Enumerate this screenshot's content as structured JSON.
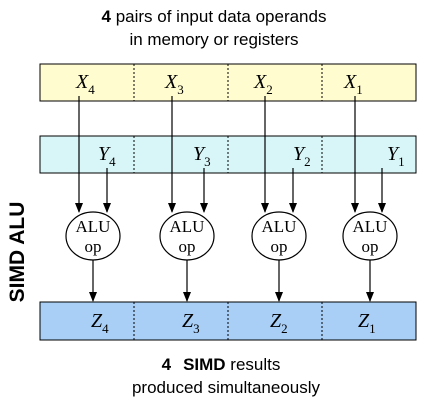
{
  "top_caption": {
    "line1_number": "4",
    "line1_rest": " pairs of input data operands",
    "line2": "in memory or registers"
  },
  "side_label": "SIMD ALU",
  "x_register": {
    "cells": [
      {
        "letter": "X",
        "sub": "4"
      },
      {
        "letter": "X",
        "sub": "3"
      },
      {
        "letter": "X",
        "sub": "2"
      },
      {
        "letter": "X",
        "sub": "1"
      }
    ],
    "fill": "#fffcd0"
  },
  "y_register": {
    "cells": [
      {
        "letter": "Y",
        "sub": "4"
      },
      {
        "letter": "Y",
        "sub": "3"
      },
      {
        "letter": "Y",
        "sub": "2"
      },
      {
        "letter": "Y",
        "sub": "1"
      }
    ],
    "fill": "#d8f6f8"
  },
  "alu_units": [
    {
      "line1": "ALU",
      "line2": "op"
    },
    {
      "line1": "ALU",
      "line2": "op"
    },
    {
      "line1": "ALU",
      "line2": "op"
    },
    {
      "line1": "ALU",
      "line2": "op"
    }
  ],
  "z_register": {
    "cells": [
      {
        "letter": "Z",
        "sub": "4"
      },
      {
        "letter": "Z",
        "sub": "3"
      },
      {
        "letter": "Z",
        "sub": "2"
      },
      {
        "letter": "Z",
        "sub": "1"
      }
    ],
    "fill": "#a9cff7"
  },
  "bottom_caption": {
    "line1_number": "4",
    "line1_bold": "SIMD",
    "line1_rest": " results",
    "line2": "produced simultaneously"
  }
}
